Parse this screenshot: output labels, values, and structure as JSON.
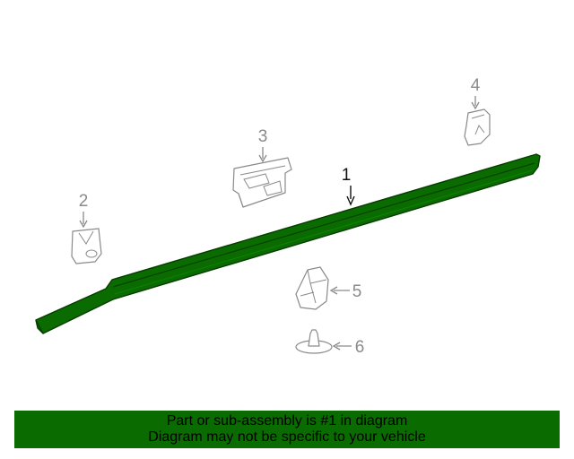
{
  "diagram": {
    "callouts": [
      {
        "id": "1",
        "label": "1",
        "highlighted": true
      },
      {
        "id": "2",
        "label": "2",
        "highlighted": false
      },
      {
        "id": "3",
        "label": "3",
        "highlighted": false
      },
      {
        "id": "4",
        "label": "4",
        "highlighted": false
      },
      {
        "id": "5",
        "label": "5",
        "highlighted": false
      },
      {
        "id": "6",
        "label": "6",
        "highlighted": false
      }
    ],
    "colors": {
      "highlight_part": "#0a6b00",
      "part_outline": "#8a8a8a",
      "main_callout": "#111111",
      "secondary_callout": "#8a8a8a"
    }
  },
  "notice": {
    "line1": "Part or sub-assembly is #1 in diagram",
    "line2": "Diagram may not be specific to your vehicle",
    "background_color": "#0a6b00"
  }
}
